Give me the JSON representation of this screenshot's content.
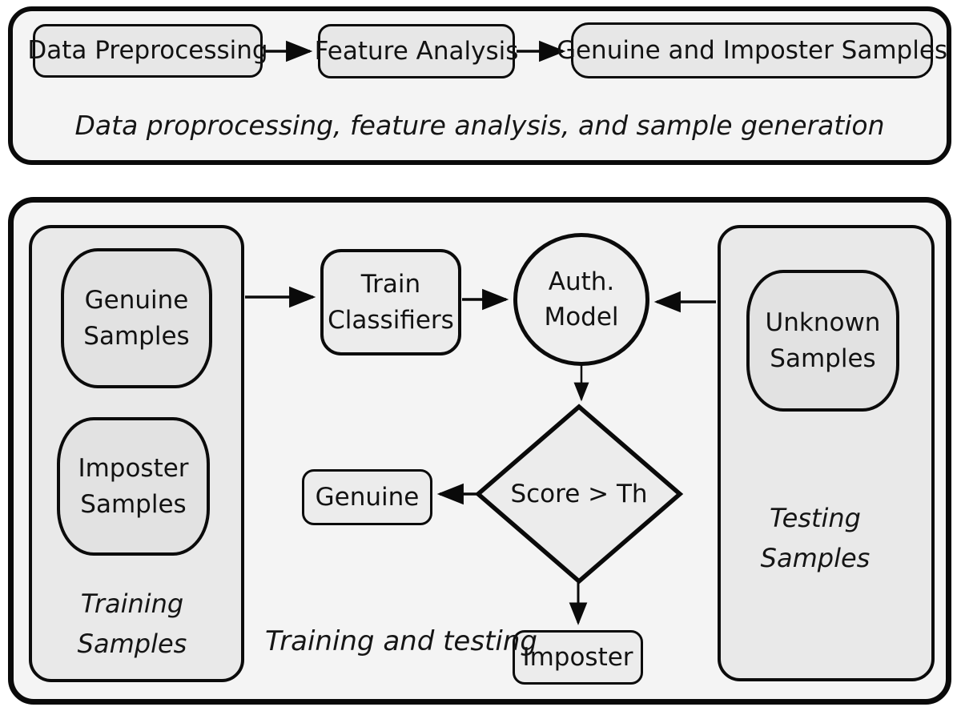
{
  "diagram": {
    "stage1": {
      "nodes": [
        {
          "label": "Data Preprocessing"
        },
        {
          "label": "Feature Analysis"
        },
        {
          "label": "Genuine and Imposter Samples"
        }
      ],
      "caption": "Data proprocessing, feature analysis, and sample generation"
    },
    "stage2": {
      "training": {
        "genuine": "Genuine Samples",
        "imposter": "Imposter Samples",
        "caption": "Training Samples"
      },
      "flow": {
        "classifier": "Train Classifiers",
        "model": "Auth. Model",
        "decision": "Score > Th",
        "accept": "Genuine",
        "reject": "Imposter",
        "caption": "Training and testing"
      },
      "testing": {
        "unknown": "Unknown Samples",
        "caption": "Testing Samples"
      }
    },
    "edges": [
      {
        "from": "data-preprocessing",
        "to": "feature-analysis"
      },
      {
        "from": "feature-analysis",
        "to": "genuine-and-imposter-samples"
      },
      {
        "from": "training-samples-container",
        "to": "train-classifiers"
      },
      {
        "from": "train-classifiers",
        "to": "auth-model"
      },
      {
        "from": "testing-samples-container",
        "to": "auth-model"
      },
      {
        "from": "auth-model",
        "to": "score-threshold-decision"
      },
      {
        "from": "score-threshold-decision",
        "to": "genuine-result"
      },
      {
        "from": "score-threshold-decision",
        "to": "imposter-result"
      }
    ],
    "colors": {
      "panel_fill": "#f4f4f4",
      "container_fill": "#e9e9e9",
      "node_fill": "#e7e7e7",
      "sample_fill": "#e2e2e2",
      "diamond_fill": "#ececec",
      "stroke": "#0a0a0a"
    }
  }
}
